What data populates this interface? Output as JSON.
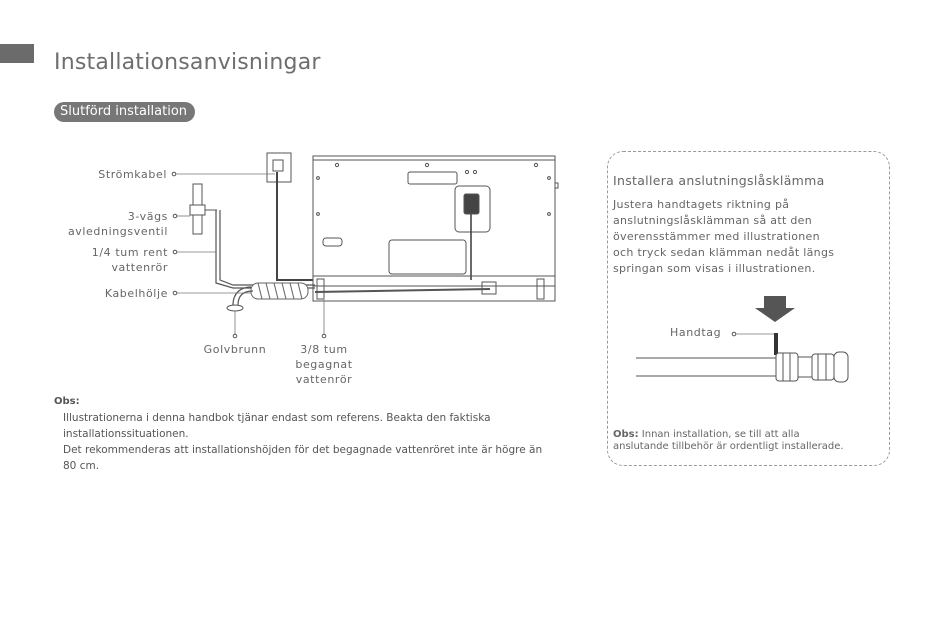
{
  "page": {
    "title": "Installationsanvisningar",
    "section_label": "Slutförd installation"
  },
  "diagram": {
    "labels": {
      "power_cable": "Strömkabel",
      "valve_line1": "3-vägs",
      "valve_line2": "avledningsventil",
      "clean_pipe_line1": "1/4 tum rent",
      "clean_pipe_line2": "vattenrör",
      "cable_sleeve": "Kabelhölje",
      "floor_drain": "Golvbrunn",
      "used_pipe_line1": "3/8 tum",
      "used_pipe_line2": "begagnat",
      "used_pipe_line3": "vattenrör"
    }
  },
  "notes": {
    "heading": "Obs:",
    "line1": "Illustrationerna i denna handbok tjänar endast som referens. Beakta den faktiska",
    "line2": "installationssituationen.",
    "line3": "Det rekommenderas att installationshöjden för det begagnade vattenröret inte är högre än",
    "line4": "80 cm."
  },
  "panel": {
    "title": "Installera anslutningslåsklämma",
    "body_line1": "Justera handtagets riktning på",
    "body_line2": "anslutningslåsklämman så att den",
    "body_line3": "överensstämmer med illustrationen",
    "body_line4": "och tryck sedan klämman nedåt längs",
    "body_line5": "springan som visas i illustrationen.",
    "handle_label": "Handtag",
    "note_heading": "Obs:",
    "note_line1": " Innan installation, se till att alla",
    "note_line2": "anslutande tillbehör är ordentligt installerade."
  }
}
